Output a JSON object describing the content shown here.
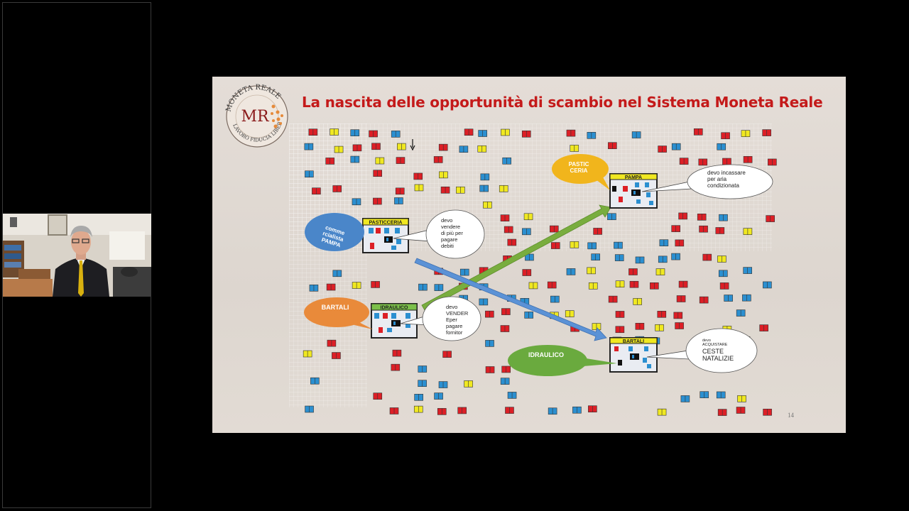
{
  "slide": {
    "title": "La nascita delle opportunità di scambio nel Sistema Moneta Reale",
    "page_number": "14",
    "logo": {
      "top_text": "MONETA REALE",
      "initials": "MR",
      "bottom_text": "LAVORO FIDUCIA LIBERTÀ"
    }
  },
  "diagram": {
    "shops": [
      {
        "id": "pasticceria",
        "label": "PASTICCERIA"
      },
      {
        "id": "idraulico",
        "label": "IDRAULICO"
      },
      {
        "id": "pampa",
        "label": "PAMPA"
      },
      {
        "id": "bartali",
        "label": "BARTALI"
      }
    ],
    "actors": [
      {
        "id": "pampa-blue",
        "text": "comme\nrcialista\nPAMPA",
        "color": "#4a86c9"
      },
      {
        "id": "bartali-orange",
        "text": "BARTALI",
        "color": "#e98a3a"
      },
      {
        "id": "pasticceria-yellow",
        "text": "PASTIC\nCERIA",
        "color": "#f1b51c"
      },
      {
        "id": "idraulico-green",
        "text": "IDRAULICO",
        "color": "#6aaa3e"
      }
    ],
    "speech": [
      {
        "id": "speech-pasticceria",
        "text": "devo\nvendere\ndi più per\npagare\ndebiti"
      },
      {
        "id": "speech-idraulico",
        "text": "devo\nVENDER\nEper\npagare\nfornitor"
      },
      {
        "id": "speech-pampa",
        "text": "devo incassare\nper aria\ncondizionata"
      },
      {
        "id": "speech-bartali",
        "small": "devo\nACQUISTARE",
        "text": "CESTE\nNATALIZIE"
      }
    ],
    "arrows": [
      {
        "id": "green-arrow",
        "color": "#79ad3e",
        "from": "idraulico",
        "to": "pampa"
      },
      {
        "id": "blue-arrow",
        "color": "#5b92d6",
        "from": "pasticceria",
        "to": "bartali"
      }
    ],
    "colors": {
      "red": "#dc1f26",
      "blue": "#2b8fd0",
      "yellow": "#f0e821",
      "title": "#c41a1a",
      "background": "#dfd8d1"
    }
  },
  "webcam": {
    "description_icon": "presenter-video-icon"
  }
}
